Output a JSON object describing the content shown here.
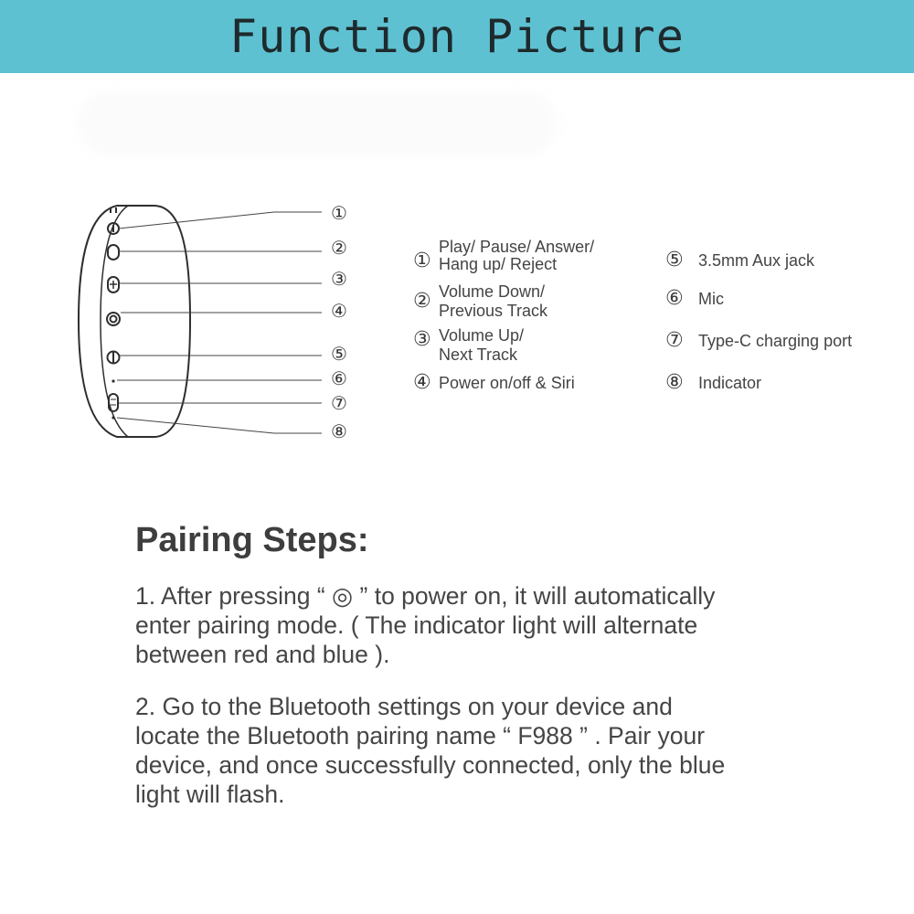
{
  "header": {
    "title": "Function Picture"
  },
  "diagram": {
    "callouts": [
      "①",
      "②",
      "③",
      "④",
      "⑤",
      "⑥",
      "⑦",
      "⑧"
    ],
    "legend": [
      {
        "num": "①",
        "text": "Play/ Pause/ Answer/\nHang up/ Reject"
      },
      {
        "num": "②",
        "text": "Volume Down/\nPrevious Track"
      },
      {
        "num": "③",
        "text": "Volume Up/\nNext Track"
      },
      {
        "num": "④",
        "text": "Power on/off &  Siri"
      },
      {
        "num": "⑤",
        "text": "3.5mm Aux jack"
      },
      {
        "num": "⑥",
        "text": "Mic"
      },
      {
        "num": "⑦",
        "text": "Type-C charging port"
      },
      {
        "num": "⑧",
        "text": "Indicator"
      }
    ]
  },
  "pairing": {
    "title": "Pairing Steps:",
    "step1": "1. After pressing “ ◎ ” to power on, it will automatically\nenter pairing mode. ( The indicator light will alternate\nbetween red and blue ).",
    "step2": "2. Go to the Bluetooth settings on your device and\nlocate the Bluetooth pairing name “  F988  ” . Pair your\ndevice, and once successfully connected, only the blue\nlight will flash."
  }
}
